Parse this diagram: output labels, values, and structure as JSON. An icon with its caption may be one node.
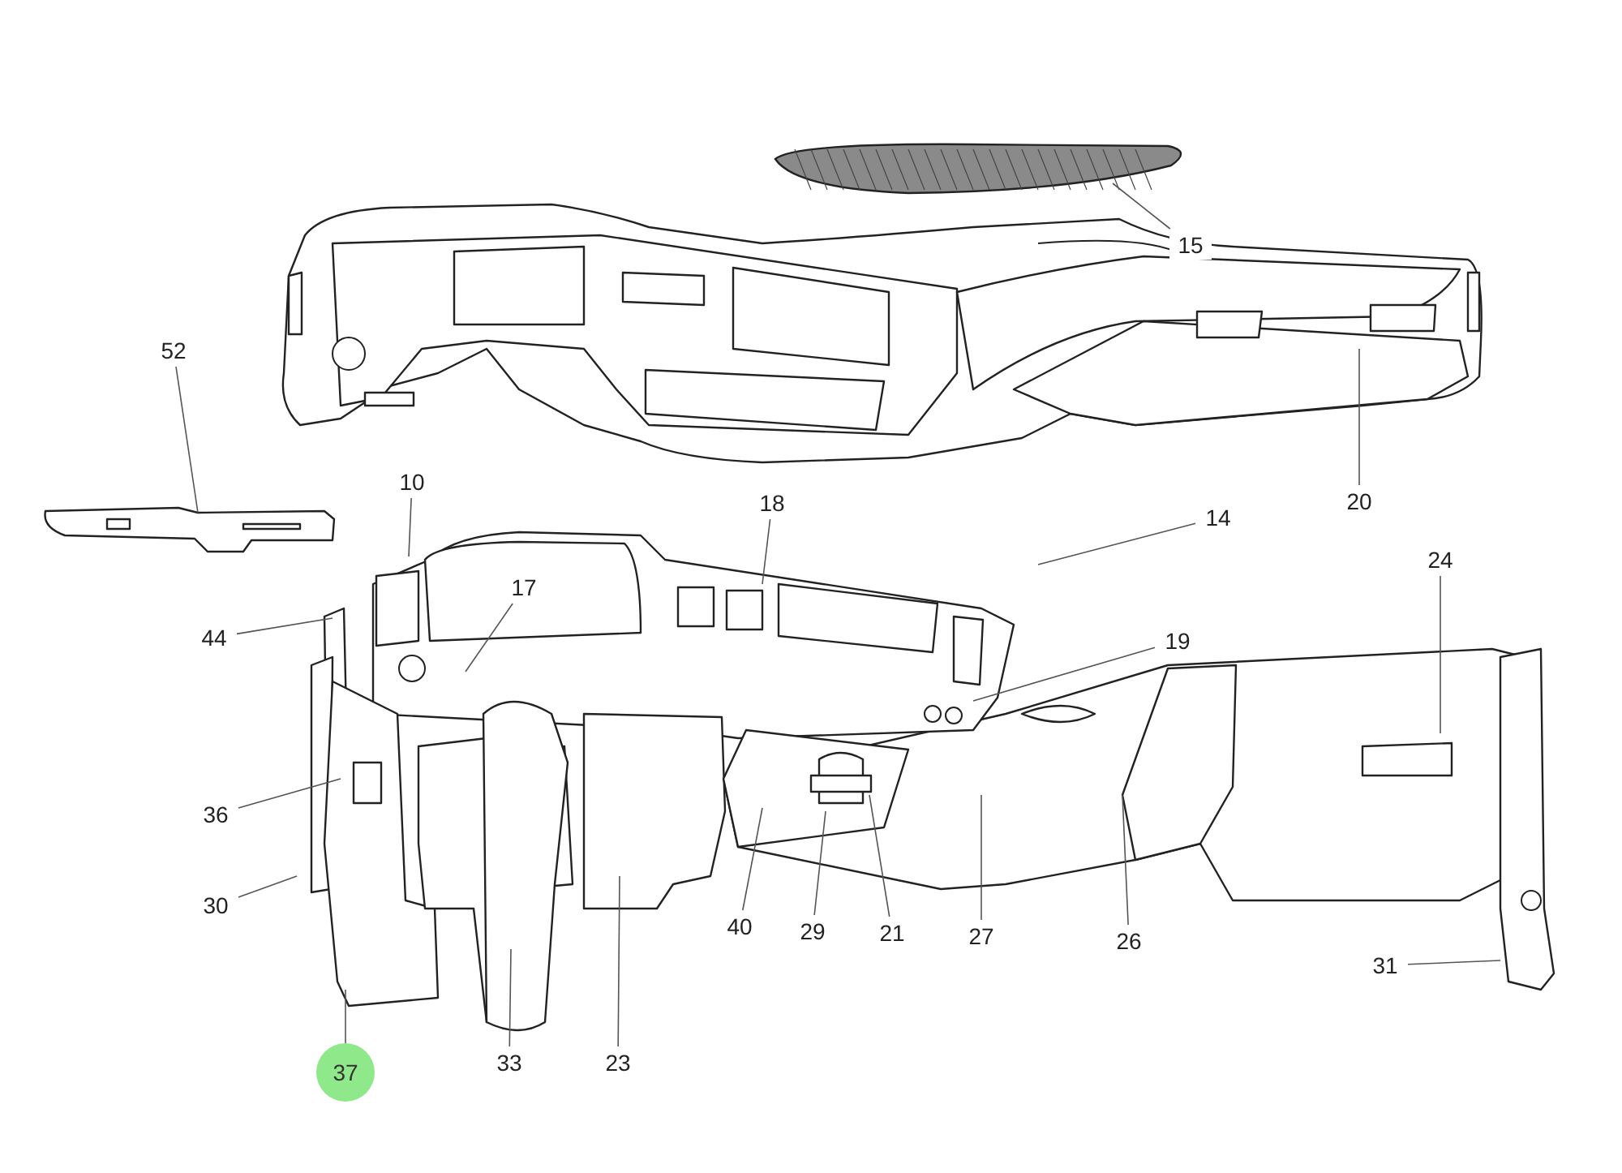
{
  "diagram": {
    "nodes": [
      {
        "text": [
          "15"
        ]
      },
      {
        "text": [
          "20"
        ]
      },
      {
        "text": [
          "52"
        ]
      },
      {
        "text": [
          "10"
        ]
      },
      {
        "text": [
          "18"
        ]
      },
      {
        "text": [
          "14"
        ]
      },
      {
        "text": [
          "17"
        ]
      },
      {
        "text": [
          "44"
        ]
      },
      {
        "text": [
          "24"
        ]
      },
      {
        "text": [
          "19"
        ]
      },
      {
        "text": [
          "36"
        ]
      },
      {
        "text": [
          "30"
        ]
      },
      {
        "text": [
          "40"
        ]
      },
      {
        "text": [
          "29"
        ]
      },
      {
        "text": [
          "21"
        ]
      },
      {
        "text": [
          "27"
        ]
      },
      {
        "text": [
          "26"
        ]
      },
      {
        "text": [
          "31"
        ]
      },
      {
        "text": [
          "37"
        ]
      },
      {
        "text": [
          "33"
        ]
      },
      {
        "text": [
          "23"
        ]
      },
      {
        "text": [],
        "shape": "picture"
      },
      {
        "text": [],
        "shape": "picture"
      }
    ],
    "edges": [
      {
        "from": 0,
        "to": 21,
        "arrow": "none"
      },
      {
        "from": 1,
        "to": null,
        "arrow": "none"
      },
      {
        "from": 2,
        "to": 22,
        "arrow": "none"
      },
      {
        "from": 3,
        "to": null,
        "arrow": "none"
      },
      {
        "from": 4,
        "to": null,
        "arrow": "none"
      },
      {
        "from": 5,
        "to": null,
        "arrow": "none"
      },
      {
        "from": 6,
        "to": null,
        "arrow": "none"
      },
      {
        "from": 7,
        "to": null,
        "arrow": "none"
      },
      {
        "from": 8,
        "to": null,
        "arrow": "none"
      },
      {
        "from": 9,
        "to": null,
        "arrow": "none"
      },
      {
        "from": 10,
        "to": null,
        "arrow": "none"
      },
      {
        "from": 11,
        "to": null,
        "arrow": "none"
      },
      {
        "from": 12,
        "to": null,
        "arrow": "none"
      },
      {
        "from": 13,
        "to": null,
        "arrow": "none"
      },
      {
        "from": 14,
        "to": null,
        "arrow": "none"
      },
      {
        "from": 15,
        "to": null,
        "arrow": "none"
      },
      {
        "from": 16,
        "to": null,
        "arrow": "none"
      },
      {
        "from": 17,
        "to": null,
        "arrow": "none"
      },
      {
        "from": 18,
        "to": null,
        "arrow": "none"
      },
      {
        "from": 19,
        "to": null,
        "arrow": "none"
      },
      {
        "from": 20,
        "to": null,
        "arrow": "none"
      }
    ]
  }
}
